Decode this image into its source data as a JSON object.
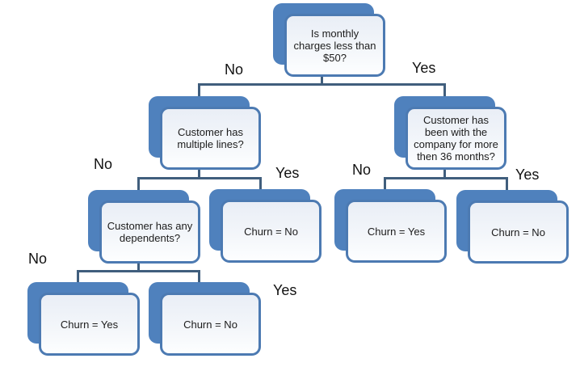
{
  "diagram": {
    "type": "decision-tree",
    "colors": {
      "accent_blue": "#4f81bd",
      "card_border": "#4c7ab2",
      "connector": "#405e7d",
      "card_fill_top": "#e9eef6",
      "card_fill_bottom": "#fdfeff",
      "text": "#1c1c1c"
    },
    "nodes": {
      "root": {
        "label": "Is monthly charges less than $50?"
      },
      "multiple_lines": {
        "label": "Customer has multiple lines?"
      },
      "tenure": {
        "label": "Customer has been with the company for more then 36 months?"
      },
      "dependents": {
        "label": "Customer has any dependents?"
      },
      "lines_yes_leaf": {
        "label": "Churn = No"
      },
      "tenure_no_leaf": {
        "label": "Churn = Yes"
      },
      "tenure_yes_leaf": {
        "label": "Churn = No"
      },
      "dep_no_leaf": {
        "label": "Churn = Yes"
      },
      "dep_yes_leaf": {
        "label": "Churn = No"
      }
    },
    "branches": {
      "root_no": "No",
      "root_yes": "Yes",
      "lines_no": "No",
      "lines_yes": "Yes",
      "tenure_no": "No",
      "tenure_yes": "Yes",
      "dependents_no": "No",
      "dependents_yes": "Yes"
    }
  }
}
